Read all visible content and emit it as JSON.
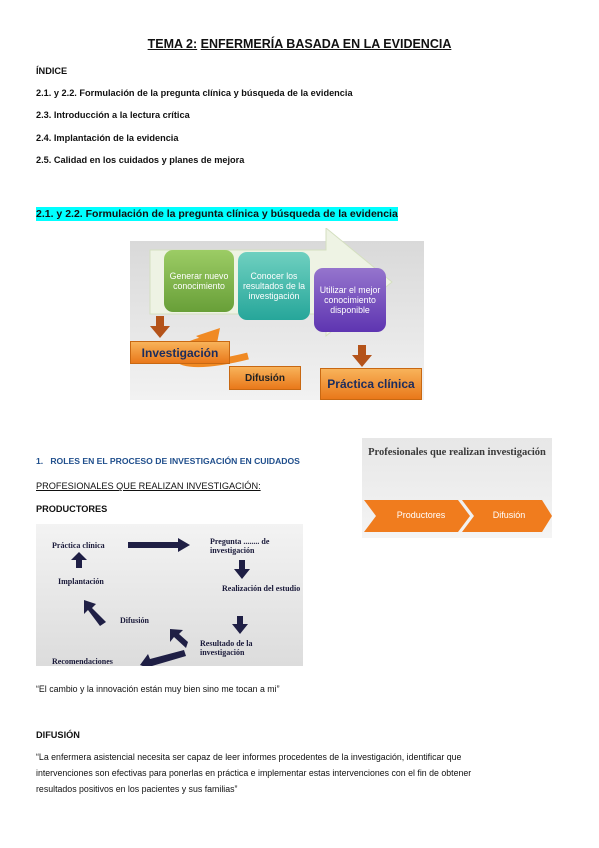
{
  "header": {
    "title_prefix": "TEMA 2:",
    "title_rest": "ENFERMERÍA BASADA EN LA EVIDENCIA"
  },
  "index": {
    "heading": "ÍNDICE",
    "items": [
      "2.1. y 2.2. Formulación de la pregunta clínica y búsqueda de la evidencia",
      "2.3. Introducción a la lectura crítica",
      "2.4. Implantación de la evidencia",
      "2.5. Calidad en los cuidados y planes de mejora"
    ]
  },
  "section1": {
    "number": "2.1. y 2.2.",
    "title": "Formulación de la pregunta clínica y búsqueda de la evidencia"
  },
  "diagram1": {
    "green_box": "Generar nuevo conocimiento",
    "teal_box": "Conocer los resultados de la investigación",
    "purple_box": "Utilizar el mejor conocimiento disponible",
    "investigacion": "Investigación",
    "difusion": "Difusión",
    "practica": "Práctica clínica",
    "colors": {
      "green": "#7cb342",
      "teal": "#4db6ac",
      "purple": "#7e57c2",
      "orange": "#f08a24"
    }
  },
  "roles": {
    "number": "1.",
    "heading": "ROLES EN EL PROCESO DE INVESTIGACIÓN EN CUIDADOS",
    "subheading": "PROFESIONALES QUE REALIZAN INVESTIGACIÓN:",
    "productores": "PRODUCTORES"
  },
  "side_image": {
    "title": "Profesionales que realizan investigación",
    "chevron1": "Productores",
    "chevron2": "Difusión"
  },
  "cycle": {
    "practica": "Práctica clínica",
    "pregunta": "Pregunta ........ de investigación",
    "realizacion": "Realización del estudio",
    "resultado": "Resultado de la investigación",
    "difusion": "Difusión",
    "implantacion": "Implantación",
    "recomendaciones": "Recomendaciones"
  },
  "quote1": "“El cambio y la innovación están muy bien sino me tocan a mi”",
  "difusion": {
    "heading": "DIFUSIÓN",
    "lines": [
      "“La enfermera asistencial necesita ser capaz de leer informes procedentes de la investigación, identificar que",
      "intervenciones son efectivas para ponerlas en práctica e implementar estas intervenciones con el fin de obtener",
      "resultados positivos en los pacientes y sus familias”"
    ]
  }
}
